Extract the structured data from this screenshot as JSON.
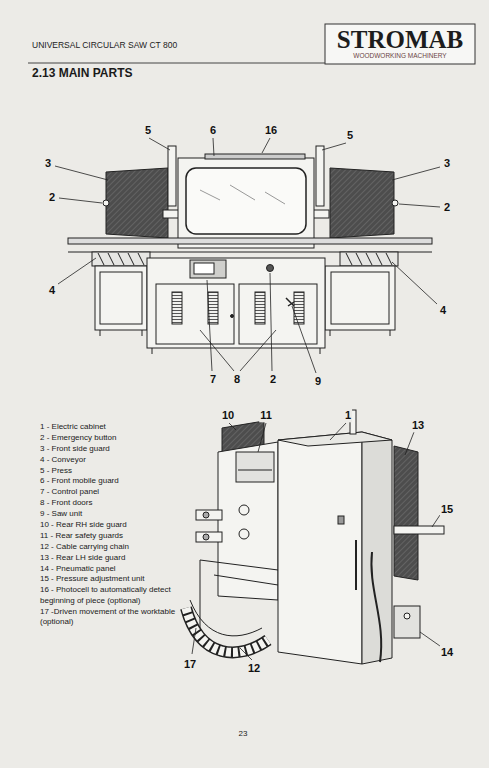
{
  "diagram": {
    "title": "2.13 MAIN PARTS",
    "labels": [
      "UNIVERSAL CIRCULAR SAW CT 800",
      "STROMAB",
      "WOODWORKING MACHINERY",
      "5",
      "6",
      "16",
      "5",
      "3",
      "3",
      "2",
      "2",
      "4",
      "4",
      "7",
      "8",
      "2",
      "9",
      "10",
      "11",
      "1",
      "13",
      "15",
      "14",
      "17",
      "12",
      "1 - Electric cabinet",
      "2 - Emergency button",
      "3 - Front side guard",
      "4 - Conveyor",
      "5 - Press",
      "6 - Front mobile guard",
      "7 - Control panel",
      "8 - Front doors",
      "9 - Saw unit",
      "10 - Rear RH side guard",
      "11 - Rear safety guards",
      "12 - Cable carrying chain",
      "13 - Rear LH side guard",
      "14 - Pneumatic panel",
      "15 - Pressure adjustment unit",
      "16 - Photocell to automatically detect beginning of piece (optional)",
      "17 -Driven movement of the worktable (optional)",
      "23"
    ]
  }
}
